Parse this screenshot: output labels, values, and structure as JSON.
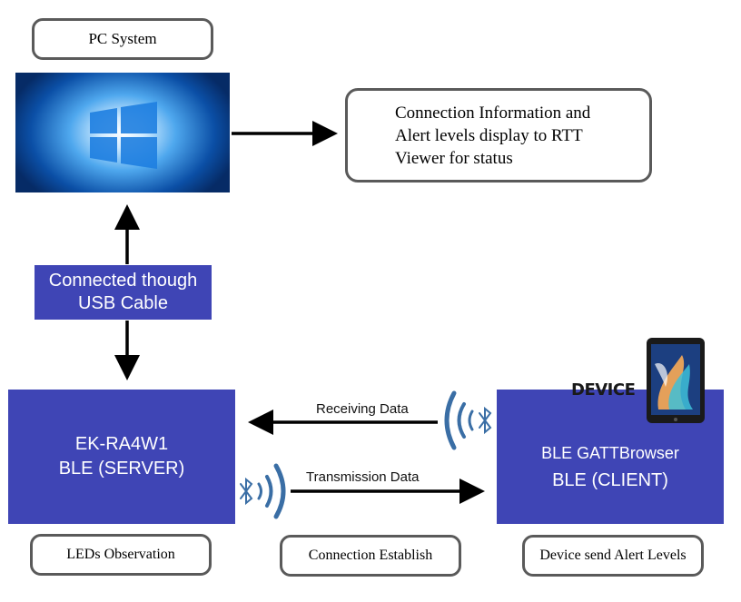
{
  "pc_system": {
    "label": "PC System"
  },
  "connection_info": {
    "text": "Connection Information and Alert levels display to RTT Viewer for status"
  },
  "usb": {
    "line1": "Connected though",
    "line2": "USB Cable"
  },
  "server": {
    "line1": "EK-RA4W1",
    "line2": "BLE (SERVER)"
  },
  "client": {
    "line1": "BLE GATTBrowser",
    "line2": "BLE (CLIENT)",
    "device_tag": "DEVICE"
  },
  "arrows": {
    "receiving": "Receiving Data",
    "transmission": "Transmission Data"
  },
  "bottom": {
    "leds": "LEDs Observation",
    "establish": "Connection Establish",
    "alert": "Device send Alert Levels"
  },
  "colors": {
    "block": "#3f45b5",
    "bluetooth": "#3a6ea5"
  }
}
